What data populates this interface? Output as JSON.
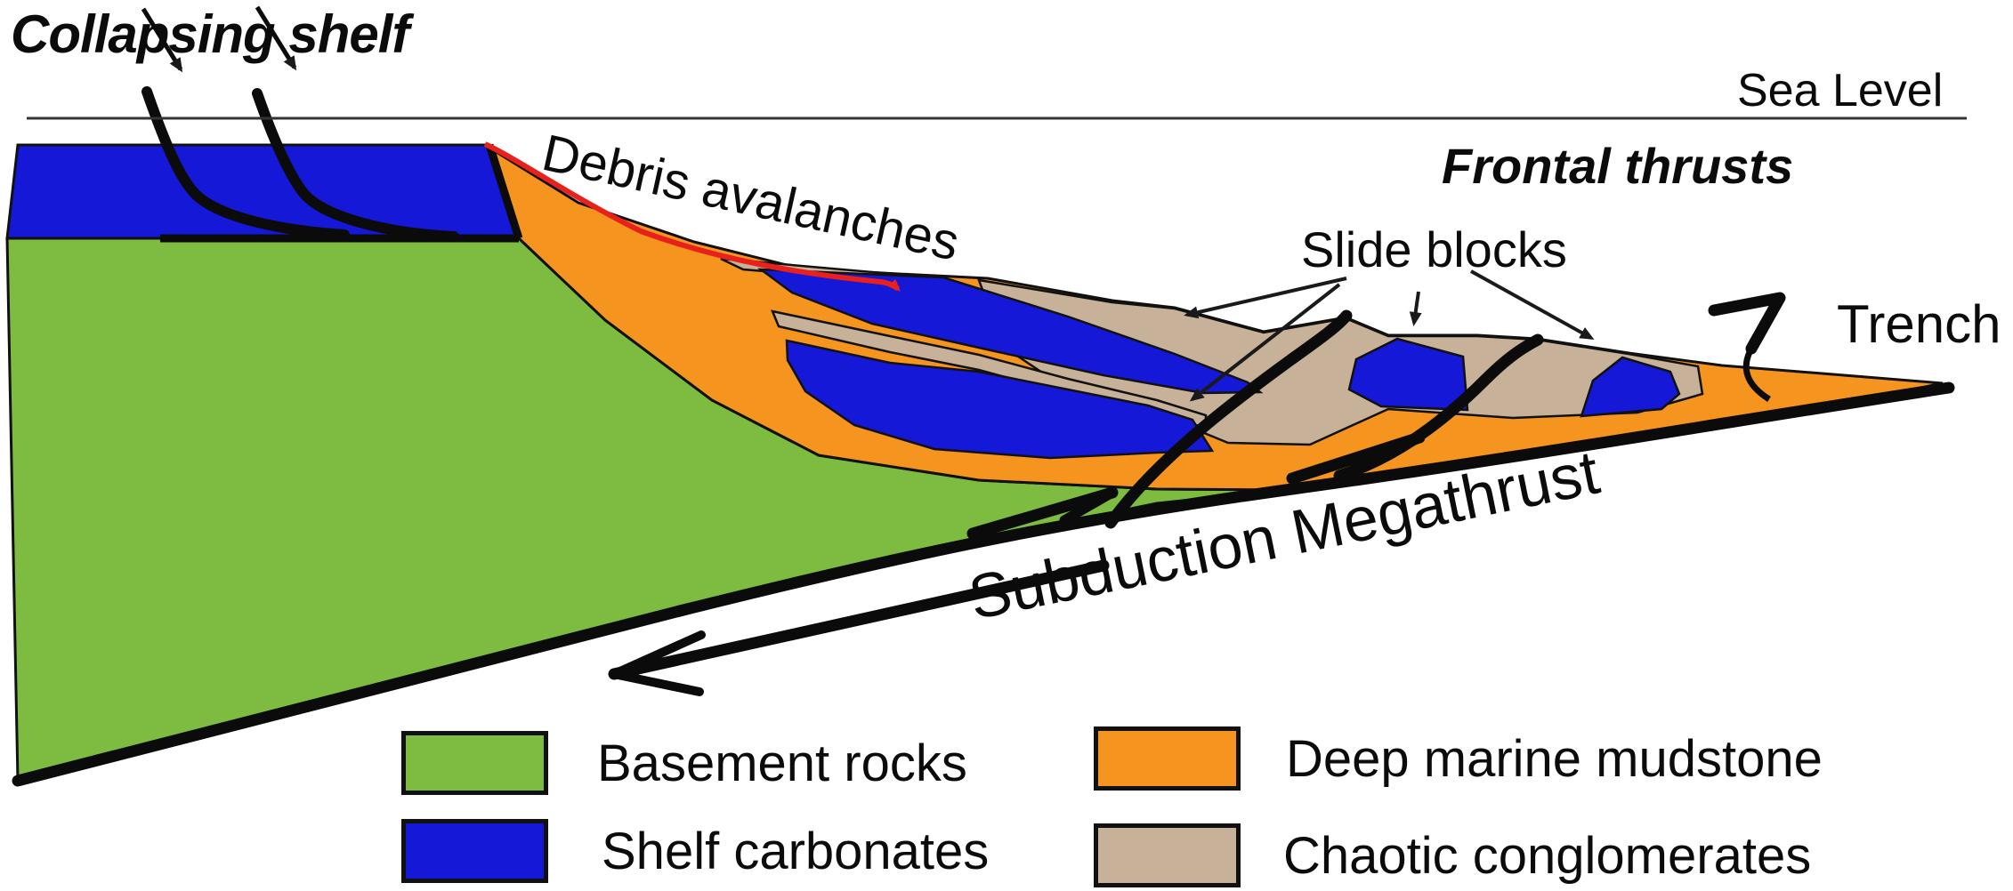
{
  "diagram": {
    "labels": {
      "collapsing_shelf": "Collapsing shelf",
      "sea_level": "Sea Level",
      "debris_avalanches": "Debris avalanches",
      "frontal_thrusts": "Frontal thrusts",
      "slide_blocks": "Slide blocks",
      "trench": "Trench",
      "subduction_megathrust": "Subduction Megathrust"
    },
    "colors": {
      "basement": "#7DBC41",
      "carbonate": "#1518D6",
      "mudstone": "#F5941E",
      "conglomerate": "#C7B299",
      "debris_arrow": "#E8211D",
      "line": "#0b0b0b",
      "background": "#FFFFFF"
    }
  },
  "legend": {
    "items": [
      {
        "label": "Basement rocks",
        "color": "#7DBC41"
      },
      {
        "label": "Shelf carbonates",
        "color": "#1518D6"
      },
      {
        "label": "Deep marine mudstone",
        "color": "#F5941E"
      },
      {
        "label": "Chaotic conglomerates",
        "color": "#C7B299"
      }
    ]
  }
}
